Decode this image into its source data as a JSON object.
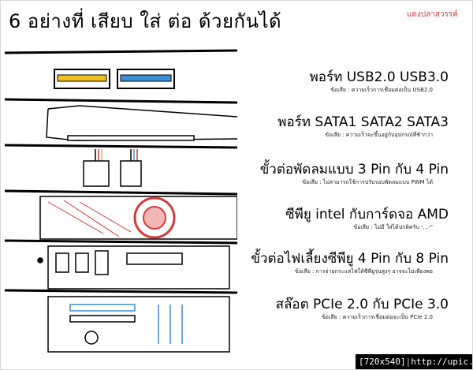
{
  "title": "6 อย่างที่ เสียบ ใส่ ต่อ ด้วยกันได้",
  "brand": "แดงปลาสวรรค์",
  "rows": [
    {
      "title": "พอร์ท USB2.0 USB3.0",
      "note": "ข้อเสีย : ความเร็วการเชื่อมต่อเป็น USB2.0"
    },
    {
      "title": "พอร์ท SATA1 SATA2 SATA3",
      "note": "ข้อเสีย : ความเร็วจะขึ้นอยู่กับอุปกรณ์ที่ช้ากว่า"
    },
    {
      "title": "ขั้วต่อพัดลมแบบ 3 Pin กับ 4 Pin",
      "note": "ข้อเสีย : ไม่สามารถใช้การปรับรอบพัดลมแบบ PWM ได้"
    },
    {
      "title": "ซีพียู intel กับการ์ดจอ AMD",
      "note": "ข้อเสีย : ไม่มี ใส่ได้ปกติครับ -...-\""
    },
    {
      "title": "ขั้วต่อไฟเลี้ยงซีพียู 4 Pin กับ 8 Pin",
      "note": "ข้อเสีย : การจ่ายกระแสไฟให้ซีพียูรุ่นสูงๆ อาจจะไม่เพียงพอ"
    },
    {
      "title": "สล๊อต PCIe 2.0 กับ PCIe 3.0",
      "note": "ข้อเสีย : ความเร็วการเชื่อมต่อจะเป็น PCIe 2.0"
    }
  ],
  "footer": {
    "size": "[720x540]",
    "url": "http://upic.me/"
  },
  "colors": {
    "accent": "#d23c3c",
    "usb3_blue": "#3a8fd6",
    "usb_yellow": "#f0c020",
    "fan_red": "#d43a3a"
  }
}
